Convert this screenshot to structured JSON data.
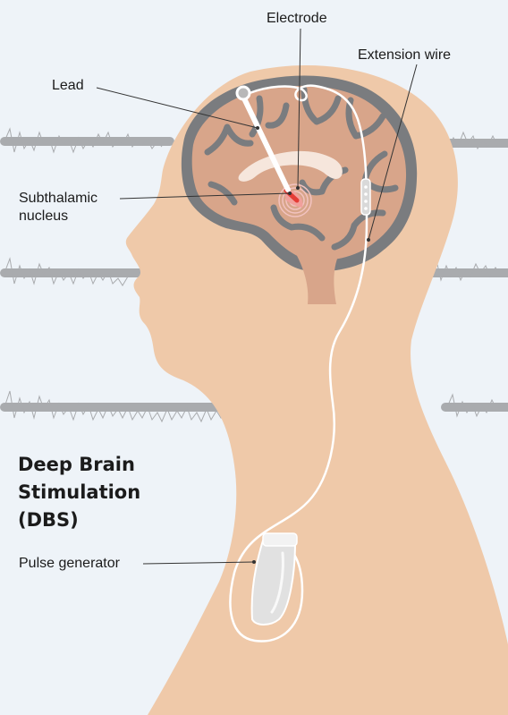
{
  "diagram": {
    "title_lines": [
      "Deep Brain",
      "Stimulation",
      "(DBS)"
    ],
    "labels": {
      "electrode": "Electrode",
      "extension_wire": "Extension wire",
      "lead": "Lead",
      "subthalamic_nucleus_line1": "Subthalamic",
      "subthalamic_nucleus_line2": "nucleus",
      "pulse_generator": "Pulse generator"
    }
  },
  "colors": {
    "background": "#eef3f8",
    "skin": "#efc9a9",
    "brain": "#d8a58a",
    "brain_fold": "#7a7c7f",
    "eeg_wave": "#a9abae",
    "electrode": "#e43c36",
    "wire": "#ffffff"
  }
}
